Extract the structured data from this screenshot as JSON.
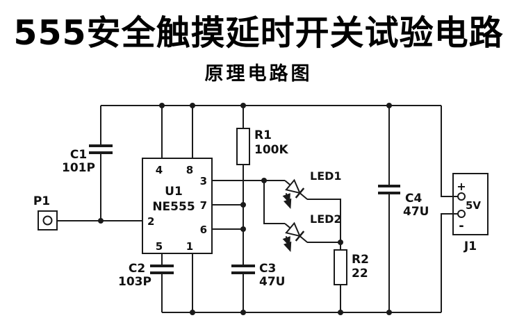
{
  "title": "555安全触摸延时开关试验电路",
  "subtitle": "原理电路图",
  "colors": {
    "line": "#1a1a1a",
    "background": "#ffffff"
  },
  "components": {
    "p1": {
      "label": "P1"
    },
    "u1": {
      "ref": "U1",
      "part": "NE555"
    },
    "c1": {
      "ref": "C1",
      "value": "101P"
    },
    "c2": {
      "ref": "C2",
      "value": "103P"
    },
    "c3": {
      "ref": "C3",
      "value": "47U"
    },
    "c4": {
      "ref": "C4",
      "value": "47U"
    },
    "r1": {
      "ref": "R1",
      "value": "100K"
    },
    "r2": {
      "ref": "R2",
      "value": "22"
    },
    "led1": {
      "ref": "LED1"
    },
    "led2": {
      "ref": "LED2"
    },
    "j1": {
      "ref": "J1",
      "plus": "+",
      "voltage": "5V",
      "minus": "-"
    }
  },
  "u1_pins": {
    "pin1": "1",
    "pin2": "2",
    "pin3": "3",
    "pin4": "4",
    "pin5": "5",
    "pin6": "6",
    "pin7": "7",
    "pin8": "8"
  }
}
